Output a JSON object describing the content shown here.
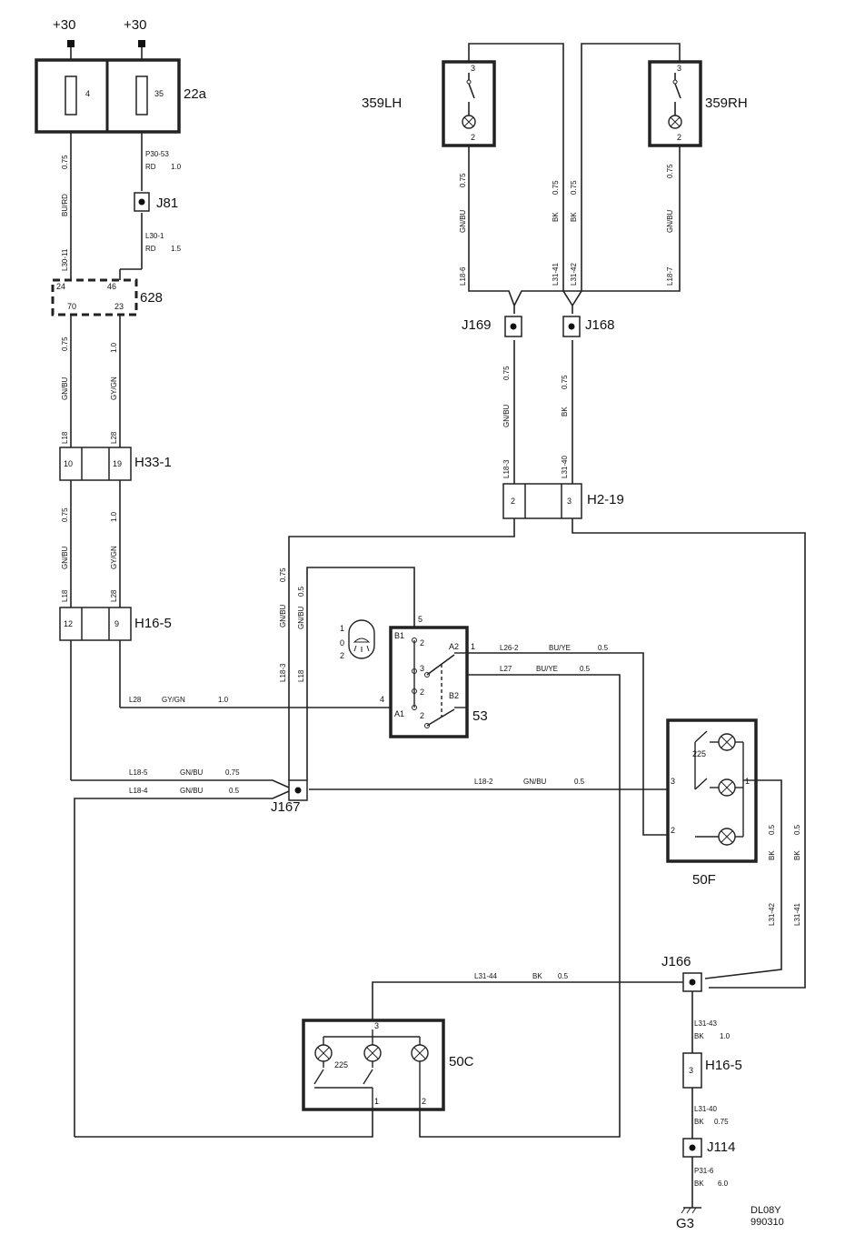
{
  "supply": {
    "left": "+30",
    "right": "+30"
  },
  "fuse_box": {
    "label": "22a",
    "fuse1": "4",
    "fuse2": "35"
  },
  "components": {
    "lamp_lh": "359LH",
    "lamp_rh": "359RH",
    "j81": "J81",
    "c628": "628",
    "h33": "H33-1",
    "h16_top": "H16-5",
    "j169": "J169",
    "j168": "J168",
    "h2": "H2-19",
    "switch": "53",
    "j167": "J167",
    "panel_f": "50F",
    "j166": "J166",
    "panel_c": "50C",
    "h16_bot": "H16-5",
    "j114": "J114",
    "ground": "G3"
  },
  "pins": {
    "c628": [
      "24",
      "46",
      "70",
      "23"
    ],
    "h33": [
      "10",
      "19"
    ],
    "h16_top": [
      "12",
      "9"
    ],
    "h2": [
      "2",
      "3"
    ],
    "lamp_lh": [
      "3",
      "2"
    ],
    "lamp_rh": [
      "3",
      "2"
    ],
    "switch": [
      "5",
      "1",
      "4",
      "B1",
      "A2",
      "B2",
      "A1"
    ],
    "switch_positions": [
      "2",
      "3",
      "2",
      "2"
    ],
    "switch_side": [
      "1",
      "0",
      "2"
    ],
    "panel_f": [
      "225",
      "3",
      "1",
      "2"
    ],
    "panel_c": [
      "3",
      "225",
      "1",
      "2"
    ],
    "h16_bot": "3"
  },
  "wires": {
    "w_bu_rd": [
      "0.75",
      "BU/RD",
      "L30-11"
    ],
    "w_p30": [
      "P30-53",
      "RD",
      "1.0"
    ],
    "w_l30_1": [
      "L30-1",
      "RD",
      "1.5"
    ],
    "w_gnbu_a": [
      "0.75",
      "GN/BU",
      "L18"
    ],
    "w_gygn_a": [
      "1.0",
      "GY/GN",
      "L28"
    ],
    "w_gnbu_b": [
      "0.75",
      "GN/BU",
      "L18"
    ],
    "w_gygn_b": [
      "1.0",
      "GY/GN",
      "L28"
    ],
    "w_lh_gnbu": [
      "0.75",
      "GN/BU",
      "L18-6"
    ],
    "w_lh_bk": [
      "0.75",
      "BK",
      "L31-41"
    ],
    "w_rh_bk": [
      "0.75",
      "BK",
      "L31-42"
    ],
    "w_rh_gnbu": [
      "0.75",
      "GN/BU",
      "L18-7"
    ],
    "w_j169": [
      "0.75",
      "GN/BU",
      "L18-3"
    ],
    "w_j168": [
      "0.75",
      "BK",
      "L31-40"
    ],
    "w_sw_gnbu": [
      "0.75",
      "GN/BU",
      "L18-3"
    ],
    "w_sw_l18": [
      "0.5",
      "GN/BU",
      "L18"
    ],
    "w_l26_2": [
      "L26-2",
      "BU/YE",
      "0.5"
    ],
    "w_l27": [
      "L27",
      "BU/YE",
      "0.5"
    ],
    "w_l28": [
      "L28",
      "GY/GN",
      "1.0"
    ],
    "w_l18_5": [
      "L18-5",
      "GN/BU",
      "0.75"
    ],
    "w_l18_4": [
      "L18-4",
      "GN/BU",
      "0.5"
    ],
    "w_l18_2": [
      "L18-2",
      "GN/BU",
      "0.5"
    ],
    "w_bk_r1": [
      "0.5",
      "BK",
      "L31-42"
    ],
    "w_bk_r2": [
      "0.5",
      "BK",
      "L31-41"
    ],
    "w_l31_44": [
      "L31-44",
      "BK",
      "0.5"
    ],
    "w_l31_43": [
      "L31-43",
      "BK",
      "1.0"
    ],
    "w_l31_40": [
      "L31-40",
      "BK",
      "0.75"
    ],
    "w_p31_6": [
      "P31-6",
      "BK",
      "6.0"
    ]
  },
  "footer": {
    "code": "DL08Y",
    "date": "990310"
  }
}
